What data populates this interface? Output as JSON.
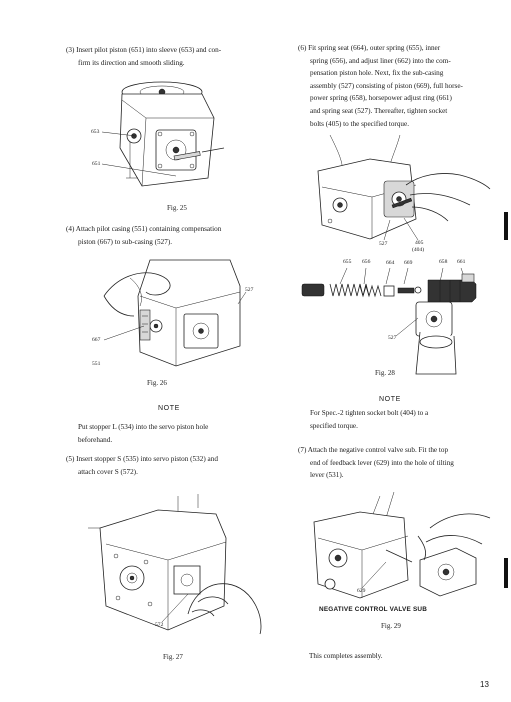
{
  "left": {
    "step3": [
      "(3) Insert pilot piston (651) into sleeve (653) and con-",
      "firm its direction and smooth sliding."
    ],
    "fig25": {
      "caption": "Fig. 25",
      "callout_a": "653",
      "callout_b": "651"
    },
    "step4": [
      "(4) Attach pilot casing (551) containing compensation",
      "piston (667) to sub-casing (527)."
    ],
    "fig26": {
      "caption": "Fig. 26",
      "callout_a": "527",
      "callout_b": "667",
      "callout_c": "551"
    },
    "note_heading": "NOTE",
    "note_lines": [
      "Put stopper L (534) into the servo piston hole",
      "beforehand."
    ],
    "step5": [
      "(5) Insert stopper S (535) into servo piston (532) and",
      "attach cover S (572)."
    ],
    "fig27": {
      "caption": "Fig. 27",
      "callout_a": "572"
    }
  },
  "right": {
    "step6": [
      "(6) Fit spring seat (664), outer spring (655), inner",
      "spring (656), and adjust liner (662) into the com-",
      "pensation piston hole. Next, fix the sub-casing",
      "assembly (527) consisting of piston (669), full horse-",
      "power spring (658), horsepower adjust ring (661)",
      "and spring seat (527). Thereafter, tighten socket",
      "bolts (405) to the specified torque."
    ],
    "fig28": {
      "caption": "Fig. 28",
      "callout_527": "527",
      "callout_405": "405",
      "callout_404": "(404)",
      "parts": [
        "655",
        "656",
        "664",
        "669",
        "658",
        "661"
      ],
      "callout_527b": "527"
    },
    "note_heading": "NOTE",
    "note_lines": [
      "For Spec.-2 tighten socket bolt (404) to a",
      "specified torque."
    ],
    "step7": [
      "(7) Attach the negative control valve sub. Fit the top",
      "end of feedback lever (629) into the hole of tilting",
      "lever (531)."
    ],
    "fig29": {
      "caption": "Fig. 29",
      "callout_a": "629",
      "label": "NEGATIVE CONTROL VALVE SUB"
    },
    "closing": "This completes assembly."
  },
  "page_number": "13"
}
